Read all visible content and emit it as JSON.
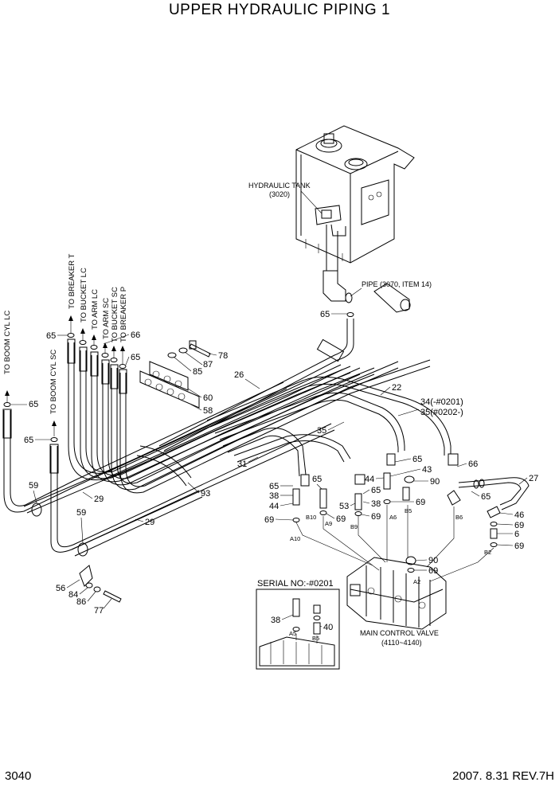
{
  "title": "UPPER HYDRAULIC PIPING 1",
  "page_number": "3040",
  "revision": "2007. 8.31  REV.7H",
  "components": {
    "hydraulic_tank": "HYDRAULIC TANK",
    "hydraulic_tank_no": "(3020)",
    "pipe": "PIPE (3070, ITEM 14)",
    "main_control_valve": "MAIN CONTROL VALVE",
    "main_control_valve_no": "(4110~4140)",
    "serial_box": "SERIAL NO:-#0201",
    "serial_34": "34(-#0201)",
    "serial_35": "35(#0202-)"
  },
  "destinations": {
    "boom_cyl_lc": "TO BOOM CYL LC",
    "boom_cyl_sc": "TO BOOM CYL SC",
    "breaker_t": "TO BREAKER T",
    "bucket_lc": "TO BUCKET LC",
    "arm_lc": "TO ARM LC",
    "arm_sc": "TO ARM SC",
    "bucket_sc": "TO BUCKET SC",
    "breaker_p": "TO BREAKER P"
  },
  "ports": {
    "a10": "A10",
    "b10": "B10",
    "a9": "A9",
    "b9": "B9",
    "a6": "A6",
    "b5": "B5",
    "b6": "B6",
    "b2": "B2",
    "a2": "A2",
    "a5": "A5",
    "b5s": "B5"
  },
  "callouts": {
    "c65a": "65",
    "c66a": "66",
    "c65b": "65",
    "c78": "78",
    "c87": "87",
    "c85": "85",
    "c26": "26",
    "c60": "60",
    "c58": "58",
    "c65c": "65",
    "c65d": "65",
    "c22": "22",
    "c35": "35",
    "c31": "31",
    "c65e": "65",
    "c43": "43",
    "c66b": "66",
    "c44a": "44",
    "c90a": "90",
    "c27": "27",
    "c65f": "65",
    "c65g": "65",
    "c38a": "38",
    "c65h": "65",
    "c44b": "44",
    "c53": "53",
    "c38b": "38",
    "c69a": "69",
    "c65i": "65",
    "c46": "46",
    "c69b": "69",
    "c69c": "69",
    "c69d": "69",
    "c6": "6",
    "c69e": "69",
    "c59a": "59",
    "c29a": "29",
    "c59b": "59",
    "c29b": "29",
    "c93": "93",
    "c56": "56",
    "c84": "84",
    "c86": "86",
    "c77": "77",
    "c90b": "90",
    "c69f": "69",
    "c38c": "38",
    "c40": "40"
  }
}
